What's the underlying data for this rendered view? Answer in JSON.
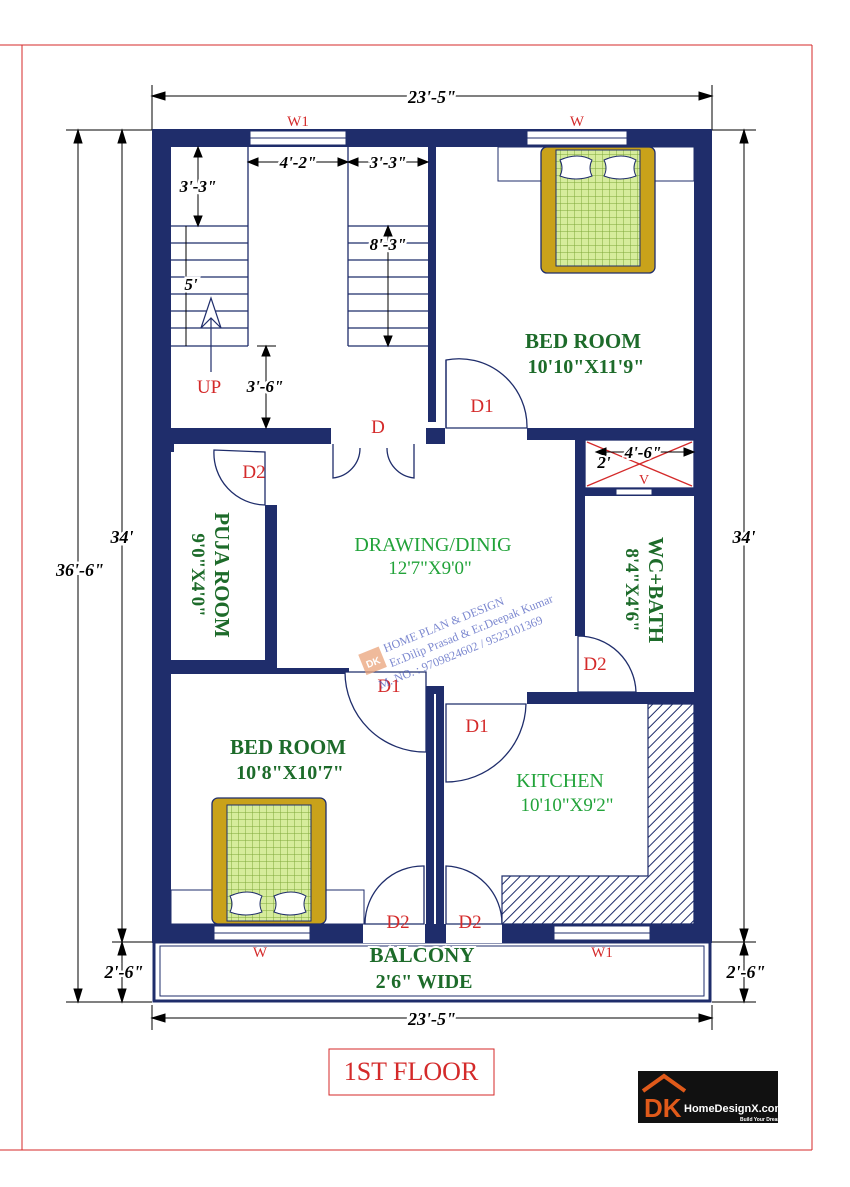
{
  "plan": {
    "title": "1ST FLOOR",
    "dimensions": {
      "top_width": "23'-5\"",
      "bottom_width": "23'-5\"",
      "left_total": "36'-6\"",
      "left_main": "34'",
      "right_main": "34'",
      "left_balcony": "2'-6\"",
      "right_balcony": "2'-6\"",
      "stair_width_a": "4'-2\"",
      "stair_width_b": "3'-3\"",
      "stair_top": "3'-3\"",
      "stair_landing": "5'",
      "stair_run": "8'-3\"",
      "stair_bottom": "3'-6\"",
      "shaft_w": "4'-6\"",
      "shaft_h": "2'"
    },
    "labels": {
      "w1_top": "W1",
      "w_top": "W",
      "w_bottom": "W",
      "w1_bottom": "W1",
      "d_main": "D",
      "d1_bedroom1": "D1",
      "d2_puja": "D2",
      "d1_bedroom2": "D1",
      "d2_wc": "D2",
      "d1_kitchen": "D1",
      "d2_balcony_left": "D2",
      "d2_balcony_right": "D2",
      "v": "V",
      "up": "UP"
    },
    "rooms": {
      "bedroom1_name": "BED ROOM",
      "bedroom1_size": "10'10\"X11'9\"",
      "drawing_name": "DRAWING/DINIG",
      "drawing_size": "12'7\"X9'0\"",
      "puja_name": "PUJA ROOM",
      "puja_size": "9'0\"X4'0\"",
      "wc_name": "WC+BATH",
      "wc_size": "8'4\"X4'6\"",
      "bedroom2_name": "BED ROOM",
      "bedroom2_size": "10'8\"X10'7\"",
      "kitchen_name": "KITCHEN",
      "kitchen_size": "10'10\"X9'2\"",
      "balcony_name": "BALCONY",
      "balcony_size": "2'6\" WIDE"
    },
    "watermark": {
      "line1": "HOME PLAN & DESIGN",
      "line2": "Er.Dilip Prasad & Er.Deepak Kumar",
      "line3": "M. NO. : 9709824602 / 9523101369",
      "logo_letters": "DK"
    },
    "brand": {
      "letters": "DK",
      "name": "HomeDesignX.com",
      "tagline": "Build Your Dream"
    },
    "colors": {
      "wall": "#1f2d6b",
      "border": "#d42a2a",
      "room_dark": "#1d6b2a",
      "room_light": "#22a33a",
      "bed_frame": "#c9a21a",
      "bed_mattress": "#c8e38a"
    }
  }
}
